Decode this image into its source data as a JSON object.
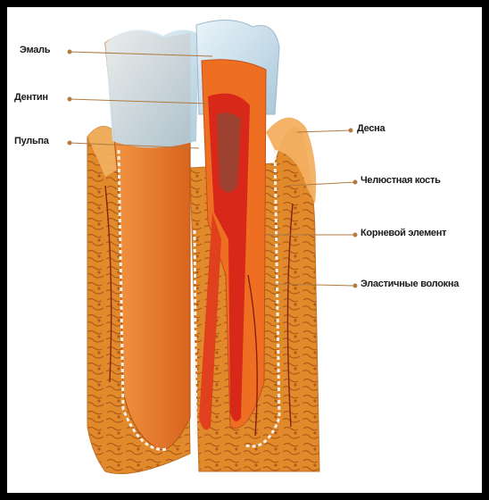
{
  "labels": {
    "enamel": "Эмаль",
    "dentin": "Дентин",
    "pulp": "Пульпа",
    "gum": "Десна",
    "jaw_bone": "Челюстная кость",
    "root": "Корневой элемент",
    "fibers": "Эластичные волокна"
  },
  "colors": {
    "enamel": "#cfe3ee",
    "dentin": "#e8782a",
    "pulp": "#d8281a",
    "bone": "#e0902f",
    "gum": "#f2b061",
    "leader": "#b07a40"
  }
}
